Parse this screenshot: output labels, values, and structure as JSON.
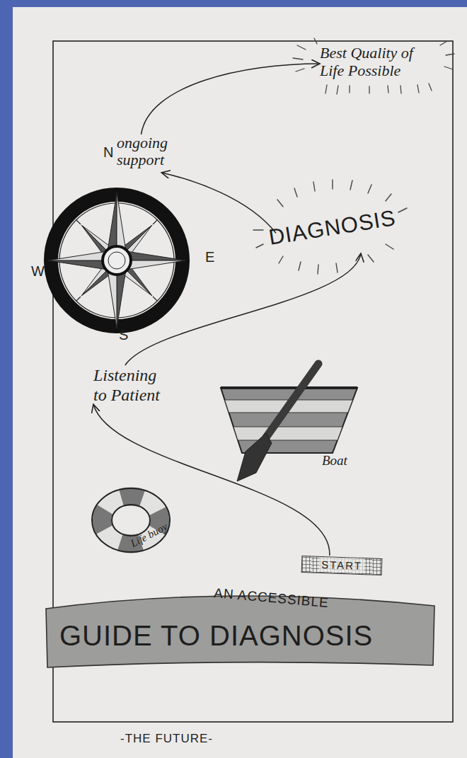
{
  "diagram": {
    "caption": "-THE FUTURE-",
    "nodes": [
      {
        "text": [
          "Best Quality of Life Possible"
        ]
      },
      {
        "text": [
          "ongoing support"
        ]
      },
      {
        "text": [
          "DIAGNOSIS"
        ]
      },
      {
        "text": [
          "Listening to Patient"
        ]
      },
      {
        "text": [
          "START"
        ]
      },
      {
        "text": [
          "AN ACCESSIBLE",
          "GUIDE TO DIAGNOSIS"
        ]
      }
    ],
    "edges": [
      {
        "from": 4,
        "to": 3,
        "arrow": "to"
      },
      {
        "from": 3,
        "to": 2,
        "arrow": "to"
      },
      {
        "from": 2,
        "to": 1,
        "arrow": "to"
      },
      {
        "from": 1,
        "to": 0,
        "arrow": "to"
      }
    ],
    "labels": [
      "N",
      "E",
      "S",
      "W",
      "Boat",
      "Life buoy"
    ]
  }
}
